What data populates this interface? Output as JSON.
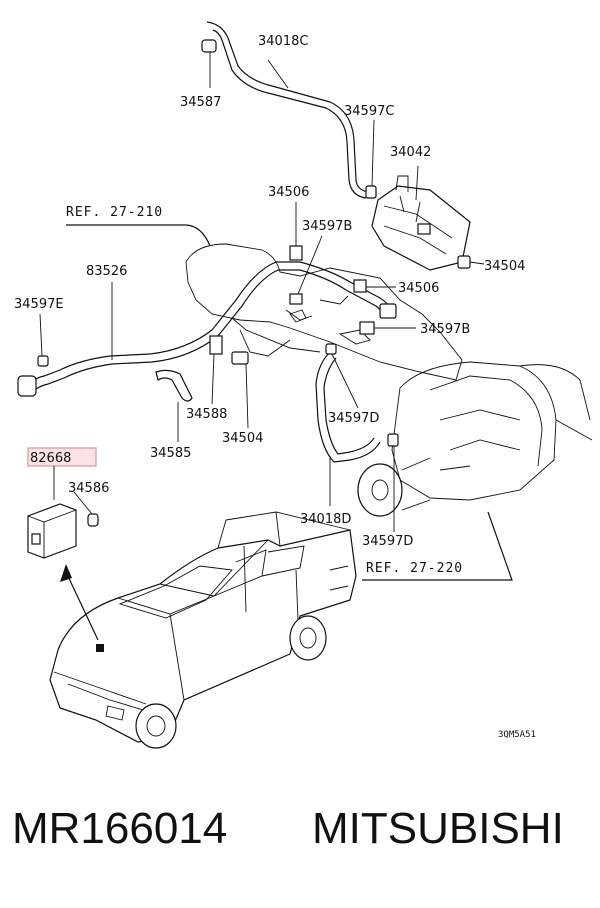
{
  "diagram": {
    "labels": {
      "l34018C": "34018C",
      "l34587": "34587",
      "l34597C": "34597C",
      "l34042": "34042",
      "l34506a": "34506",
      "l34597B_top": "34597B",
      "ref_27_210": "REF. 27-210",
      "l83526": "83526",
      "l34504a": "34504",
      "l34597E": "34597E",
      "l34506b": "34506",
      "l34597B_right": "34597B",
      "l34588": "34588",
      "l34504b": "34504",
      "l34597D_a": "34597D",
      "l34585": "34585",
      "l82668": "82668",
      "l34586": "34586",
      "l34018D": "34018D",
      "l34597D_b": "34597D",
      "ref_27_220": "REF. 27-220",
      "code": "3QM5A51"
    },
    "highlight_color": "#e6a0a8"
  },
  "footer": {
    "part_number": "MR166014",
    "brand": "MITSUBISHI"
  }
}
